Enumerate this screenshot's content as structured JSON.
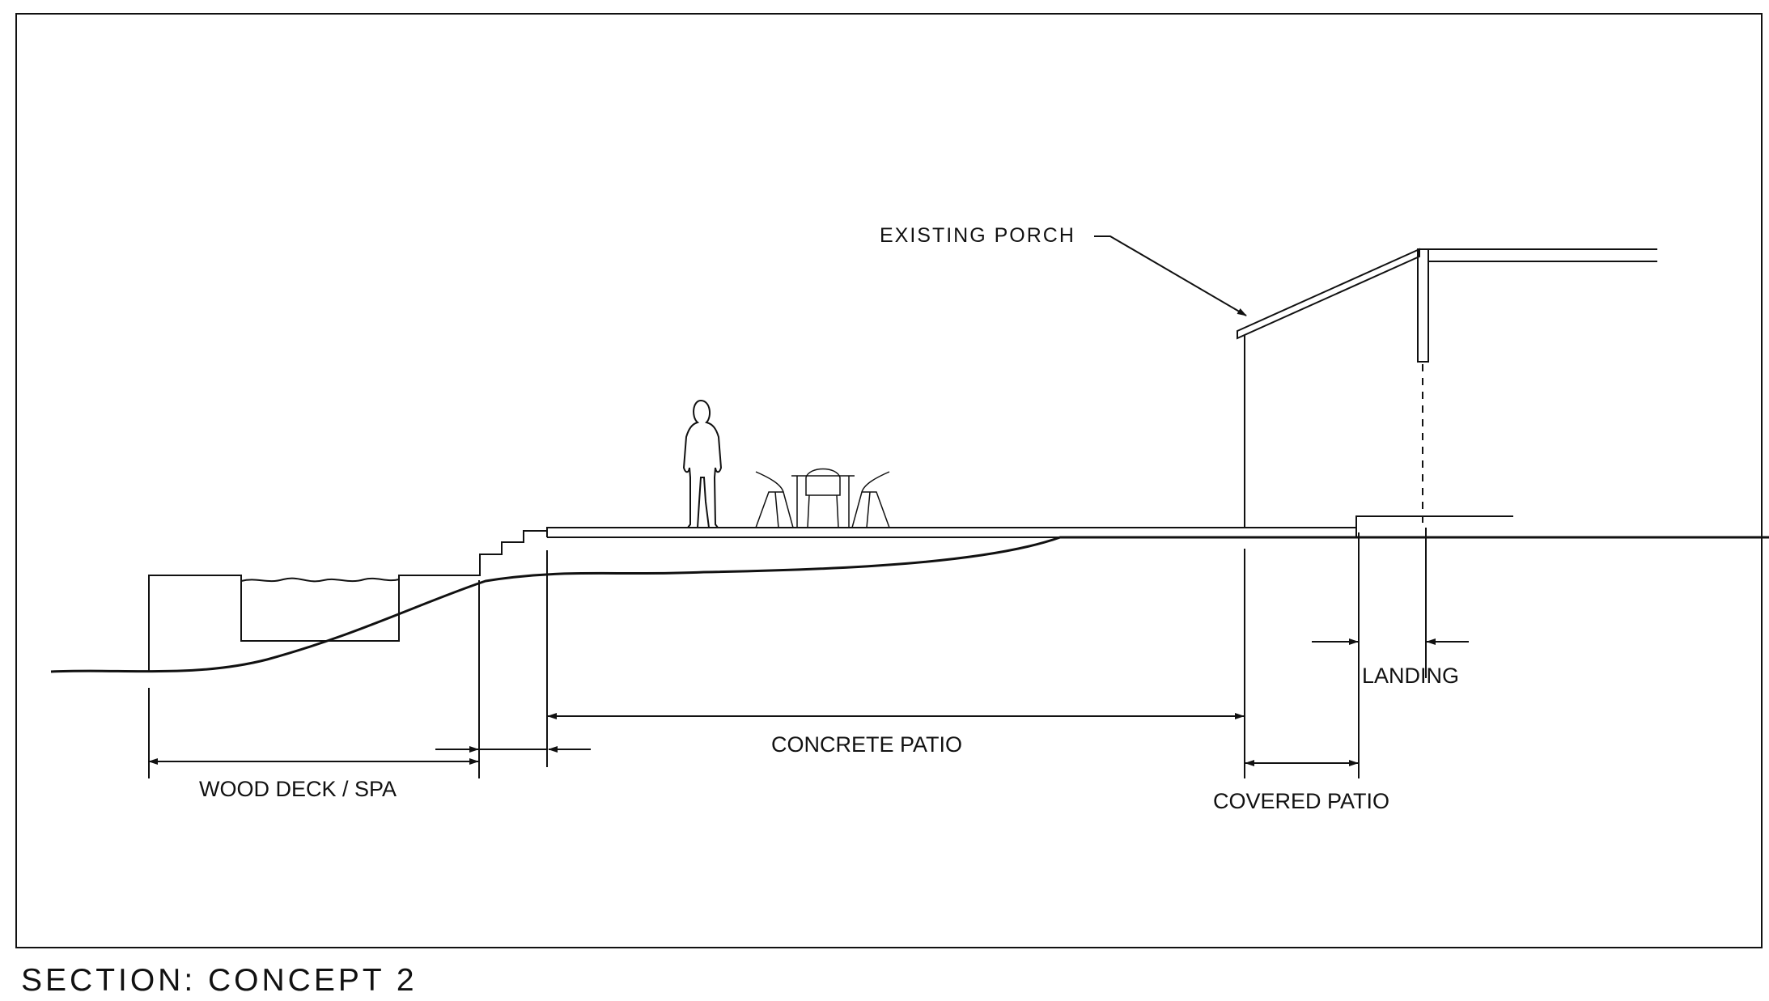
{
  "drawing": {
    "title": "SECTION: CONCEPT 2",
    "line_color": "#111111",
    "background": "#ffffff"
  },
  "labels": {
    "existing_porch": "EXISTING PORCH",
    "landing": "LANDING",
    "concrete_patio": "CONCRETE PATIO",
    "wood_deck_spa": "WOOD DECK / SPA",
    "covered_patio": "COVERED PATIO"
  }
}
